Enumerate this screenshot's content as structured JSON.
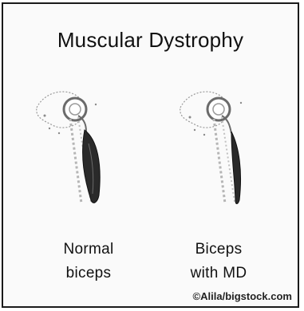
{
  "title": "Muscular Dystrophy",
  "panels": [
    {
      "label_line1": "Normal",
      "label_line2": "biceps",
      "icon": "normal-biceps-illustration"
    },
    {
      "label_line1": "Biceps",
      "label_line2": "with MD",
      "icon": "md-biceps-illustration"
    }
  ],
  "credit": "©Alila/bigstock.com",
  "colors": {
    "muscle": "#2a2a2a",
    "bone": "#9a9a9a",
    "border": "#1a1a1a"
  }
}
